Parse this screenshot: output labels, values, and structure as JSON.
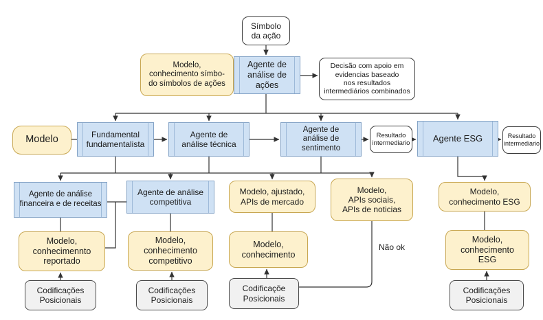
{
  "diagram": {
    "nodes": {
      "simbolo": {
        "label": "Símbolo\nda ação"
      },
      "modelo_simbolos": {
        "label": "Modelo,\nconhecimento símbo-\ndo símbolos de ações"
      },
      "agente_acoes": {
        "label": "Agente de\nanálise de ações"
      },
      "decisao": {
        "label": "Decisão com apoio em\nevidencias baseado\nnos resultados\nintermediários combinados"
      },
      "modelo": {
        "label": "Modelo"
      },
      "fundamentalista": {
        "label": "Fundamental\nfundamentalista"
      },
      "tecnica": {
        "label": "Agente de\nanálise técnica"
      },
      "sentimento": {
        "label": "Agente de\nanálise de sentimento"
      },
      "resultado_1": {
        "label": "Resultado\nintermediario"
      },
      "agente_esg": {
        "label": "Agente ESG"
      },
      "resultado_2": {
        "label": "Resultado\nintermediario"
      },
      "financeira": {
        "label": "Agente de análise\nfinanceira e de receitas"
      },
      "competitiva": {
        "label": "Agente de análise\ncompetitiva"
      },
      "ajustado": {
        "label": "Modelo, ajustado,\nAPIs de mercado"
      },
      "apis_sociais": {
        "label": "Modelo,\nAPIs sociais,\nAPIs de noticias"
      },
      "conhecimento_esg_1": {
        "label": "Modelo,\nconhecimento ESG"
      },
      "reportado": {
        "label": "Modelo,\nconhecimennto\nreportado"
      },
      "competitivo": {
        "label": "Modelo,\nconhecimento\ncompetitivo"
      },
      "conhecimento": {
        "label": "Modelo,\nconhecimento"
      },
      "conhecimento_esg_2": {
        "label": "Modelo,\nconhecimento\nESG"
      },
      "cod_1": {
        "label": "Codificações\nPosicionais"
      },
      "cod_2": {
        "label": "Codificações\nPosicionais"
      },
      "cod_3": {
        "label": "Codificaçõe\nPosicionais"
      },
      "cod_4": {
        "label": "Codificações\nPosicionais"
      }
    },
    "edge_labels": {
      "nao_ok": "Não ok"
    },
    "colors": {
      "process_fill": "#cfe1f4",
      "process_border": "#84a3c6",
      "data_fill": "#fdf1cd",
      "data_border": "#c8a752",
      "terminal_fill": "#ffffff",
      "terminal_border": "#3c3c3c",
      "io_fill": "#f1f1f1",
      "io_border": "#4a4a4a",
      "line": "#333333"
    }
  }
}
